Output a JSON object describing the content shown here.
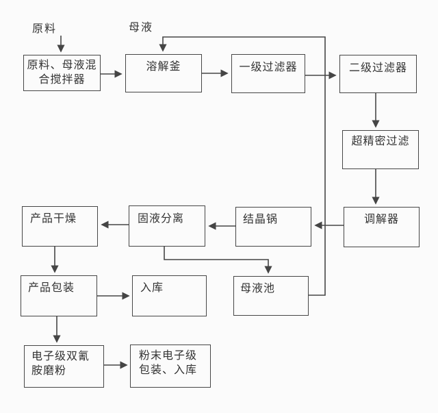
{
  "page": {
    "background": "#fbfbfb",
    "line_color": "#454545",
    "text_color": "#333333",
    "type": "process-flow-diagram"
  },
  "labels": {
    "raw_material": "原料",
    "mother_liquor": "母液"
  },
  "nodes": {
    "mixer": {
      "label": "原料、母液混\n合搅拌器"
    },
    "dissolver": {
      "label": "溶解釜"
    },
    "filter1": {
      "label": "一级过滤器"
    },
    "filter2": {
      "label": "二级过滤器"
    },
    "ultrafilter": {
      "label": "超精密过滤"
    },
    "regulator": {
      "label": "调解器"
    },
    "crystallizer": {
      "label": "结晶锅"
    },
    "separator": {
      "label": "固液分离"
    },
    "dryer": {
      "label": "产品干燥"
    },
    "packaging": {
      "label": "产品包装"
    },
    "warehouse": {
      "label": "入库"
    },
    "mother_liquor_pool": {
      "label": "母液池"
    },
    "grinder": {
      "label": "电子级双氰\n胺磨粉"
    },
    "powder_packaging": {
      "label": "粉末电子级\n包装、入库"
    }
  },
  "edges": [
    {
      "from": "raw_material",
      "to": "mixer"
    },
    {
      "from": "mixer",
      "to": "dissolver"
    },
    {
      "from": "dissolver",
      "to": "filter1"
    },
    {
      "from": "filter1",
      "to": "filter2"
    },
    {
      "from": "filter2",
      "to": "ultrafilter"
    },
    {
      "from": "ultrafilter",
      "to": "regulator"
    },
    {
      "from": "regulator",
      "to": "crystallizer"
    },
    {
      "from": "crystallizer",
      "to": "separator"
    },
    {
      "from": "separator",
      "to": "dryer"
    },
    {
      "from": "separator",
      "to": "mother_liquor_pool"
    },
    {
      "from": "dryer",
      "to": "packaging"
    },
    {
      "from": "packaging",
      "to": "warehouse"
    },
    {
      "from": "packaging",
      "to": "grinder"
    },
    {
      "from": "grinder",
      "to": "powder_packaging"
    },
    {
      "from": "mother_liquor_pool",
      "to": "dissolver",
      "note": "recycle loop"
    }
  ]
}
